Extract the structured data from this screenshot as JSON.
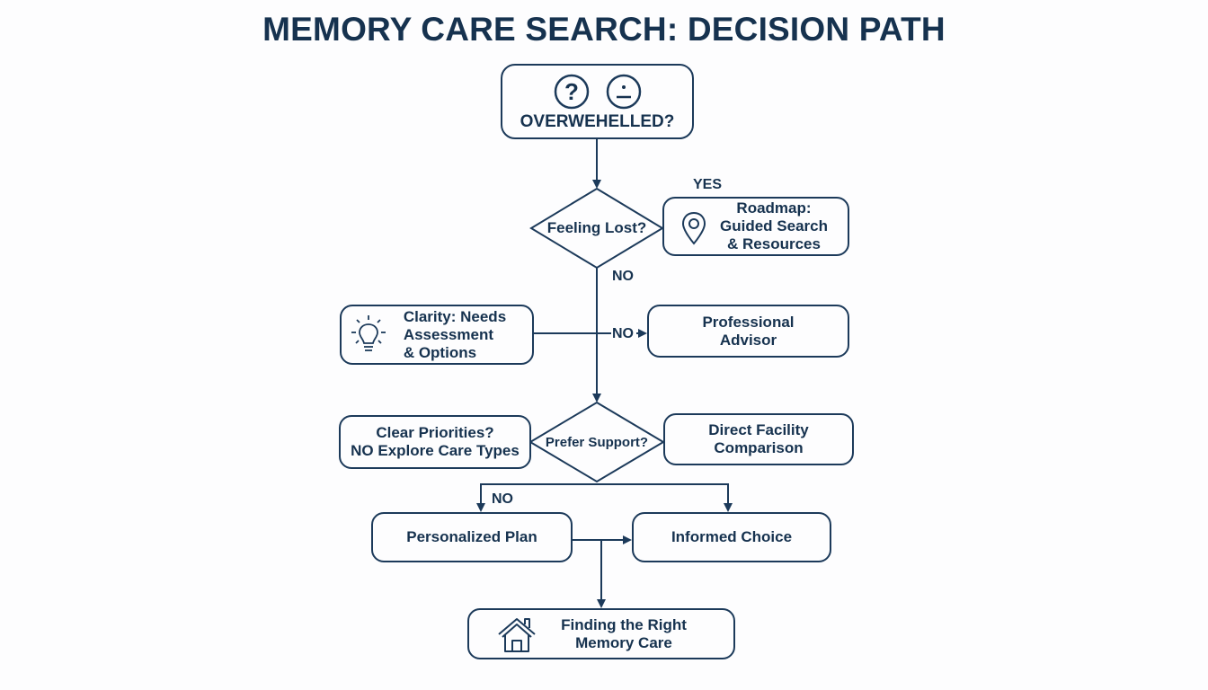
{
  "title": "MEMORY CARE SEARCH: DECISION PATH",
  "colors": {
    "ink": "#16324f",
    "stroke": "#1c3a5a",
    "background": "#fdfdfe"
  },
  "nodes": {
    "start": {
      "label": "OVERWEHELLED?",
      "icons": [
        "question-mark-icon",
        "neutral-face-icon"
      ]
    },
    "feeling_lost": {
      "label": "Feeling Lost?"
    },
    "roadmap": {
      "label": "Roadmap:\nGuided Search\n& Resources",
      "icon": "map-pin-icon"
    },
    "clarity": {
      "label": "Clarity: Needs\nAssessment\n & Options",
      "icon": "lightbulb-icon"
    },
    "professional_advisor": {
      "label": "Professional\nAdvisor"
    },
    "prefer_support": {
      "label": "Prefer Support?"
    },
    "clear_priorities": {
      "label": "Clear Priorities?\nNO Explore Care Types"
    },
    "direct_facility": {
      "label": "Direct Facility\nComparison"
    },
    "personalized_plan": {
      "label": "Personalized Plan"
    },
    "informed_choice": {
      "label": "Informed Choice"
    },
    "finding_right": {
      "label": "Finding the Right\nMemory Care",
      "icon": "house-icon"
    }
  },
  "edge_labels": {
    "yes_roadmap": "YES",
    "no_feeling_lost": "NO",
    "no_advisor": "NO",
    "no_personalized": "NO"
  }
}
